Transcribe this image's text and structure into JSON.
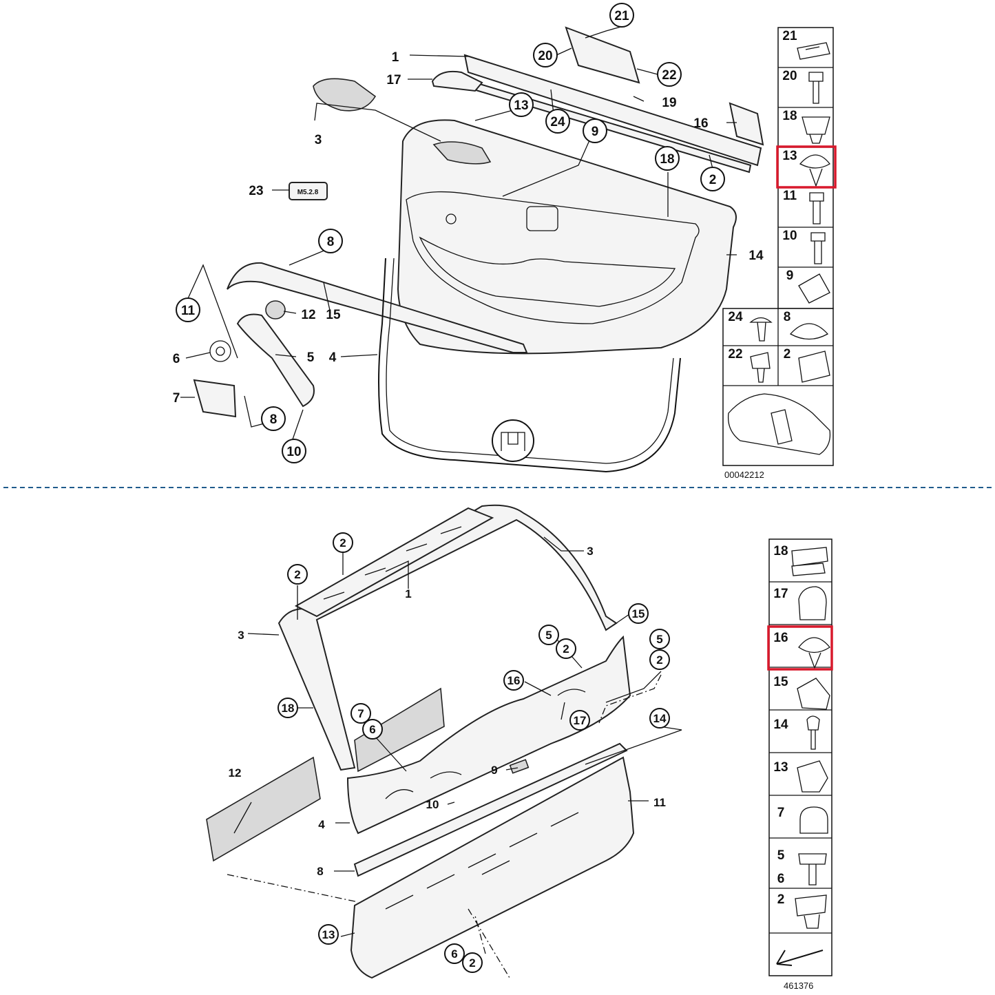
{
  "top": {
    "callouts": [
      {
        "id": "c21",
        "label": "21",
        "circle": true
      },
      {
        "id": "c20",
        "label": "20",
        "circle": true
      },
      {
        "id": "c22",
        "label": "22",
        "circle": true
      },
      {
        "id": "c1",
        "label": "1",
        "circle": false
      },
      {
        "id": "c17",
        "label": "17",
        "circle": false
      },
      {
        "id": "c19",
        "label": "19",
        "circle": false
      },
      {
        "id": "c13",
        "label": "13",
        "circle": true
      },
      {
        "id": "c24",
        "label": "24",
        "circle": true
      },
      {
        "id": "c9",
        "label": "9",
        "circle": true
      },
      {
        "id": "c16",
        "label": "16",
        "circle": false
      },
      {
        "id": "c3",
        "label": "3",
        "circle": false
      },
      {
        "id": "c18",
        "label": "18",
        "circle": true
      },
      {
        "id": "c2",
        "label": "2",
        "circle": true
      },
      {
        "id": "c23",
        "label": "23",
        "circle": false
      },
      {
        "id": "c8a",
        "label": "8",
        "circle": true
      },
      {
        "id": "c14",
        "label": "14",
        "circle": false
      },
      {
        "id": "c11",
        "label": "11",
        "circle": true
      },
      {
        "id": "c12",
        "label": "12",
        "circle": false
      },
      {
        "id": "c15",
        "label": "15",
        "circle": false
      },
      {
        "id": "c6",
        "label": "6",
        "circle": false
      },
      {
        "id": "c5",
        "label": "5",
        "circle": false
      },
      {
        "id": "c4",
        "label": "4",
        "circle": false
      },
      {
        "id": "c7",
        "label": "7",
        "circle": false
      },
      {
        "id": "c8b",
        "label": "8",
        "circle": true
      },
      {
        "id": "c10",
        "label": "10",
        "circle": true
      }
    ],
    "plate_text": "M5.2.8",
    "legend": [
      "21",
      "20",
      "18",
      "13",
      "11",
      "10",
      "9"
    ],
    "legend_pairs": [
      [
        "24",
        "8"
      ],
      [
        "22",
        "2"
      ]
    ],
    "highlighted": "13",
    "diagram_code": "00042212"
  },
  "bottom": {
    "callouts": [
      {
        "id": "d2a",
        "label": "2",
        "circle": true
      },
      {
        "id": "d3a",
        "label": "3",
        "circle": false
      },
      {
        "id": "d1",
        "label": "1",
        "circle": false
      },
      {
        "id": "d2b",
        "label": "2",
        "circle": true
      },
      {
        "id": "d3b",
        "label": "3",
        "circle": false
      },
      {
        "id": "d15",
        "label": "15",
        "circle": true
      },
      {
        "id": "d5a",
        "label": "5",
        "circle": true
      },
      {
        "id": "d2c",
        "label": "2",
        "circle": true
      },
      {
        "id": "d5b",
        "label": "5",
        "circle": true
      },
      {
        "id": "d2d",
        "label": "2",
        "circle": true
      },
      {
        "id": "d16",
        "label": "16",
        "circle": true
      },
      {
        "id": "d18",
        "label": "18",
        "circle": true
      },
      {
        "id": "d7",
        "label": "7",
        "circle": true
      },
      {
        "id": "d6a",
        "label": "6",
        "circle": true
      },
      {
        "id": "d17",
        "label": "17",
        "circle": true
      },
      {
        "id": "d14",
        "label": "14",
        "circle": true
      },
      {
        "id": "d12",
        "label": "12",
        "circle": false
      },
      {
        "id": "d9",
        "label": "9",
        "circle": false
      },
      {
        "id": "d10",
        "label": "10",
        "circle": false
      },
      {
        "id": "d11",
        "label": "11",
        "circle": false
      },
      {
        "id": "d4",
        "label": "4",
        "circle": false
      },
      {
        "id": "d8",
        "label": "8",
        "circle": false
      },
      {
        "id": "d13",
        "label": "13",
        "circle": true
      },
      {
        "id": "d6b",
        "label": "6",
        "circle": true
      },
      {
        "id": "d2e",
        "label": "2",
        "circle": true
      }
    ],
    "legend": [
      "18",
      "17",
      "16",
      "15",
      "14",
      "13",
      "7",
      "5",
      "6",
      "2"
    ],
    "highlighted": "16",
    "diagram_code": "461376"
  },
  "colors": {
    "highlight": "#d8192c",
    "divider": "#1f5b8c",
    "line": "#111111"
  }
}
